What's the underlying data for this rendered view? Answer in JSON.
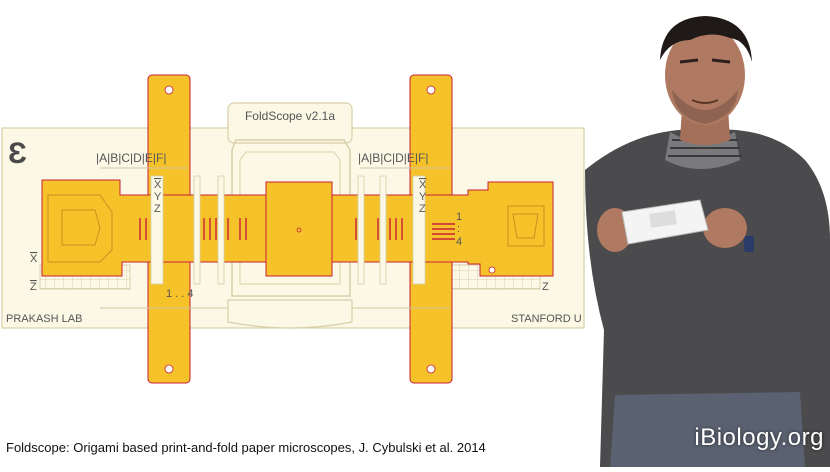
{
  "sheet": {
    "title": "FoldScope v2.1a",
    "left_scale": "|A|B|C|D|E|F|",
    "right_scale": "|A|B|C|D|E|F|",
    "axis_x": "X",
    "axis_y": "Y",
    "axis_z": "Z",
    "range_label": "1 . . 4",
    "right_range_top": "1",
    "right_range_mid": ":",
    "right_range_bottom": "4",
    "left_footer": "PRAKASH LAB",
    "right_footer": "STANFORD U",
    "logo_glyph": "Ɛ"
  },
  "caption": "Foldscope: Origami based print-and-fold paper microscopes, J. Cybulski et al. 2014",
  "watermark": "iBiology.org",
  "colors": {
    "paper": "#fbf8e6",
    "paper_outline": "#d8cfa8",
    "strip_yellow": "#f6c22a",
    "strip_outline": "#c8203a",
    "shirt": "#4b4a4c",
    "background": "#ffffff"
  }
}
